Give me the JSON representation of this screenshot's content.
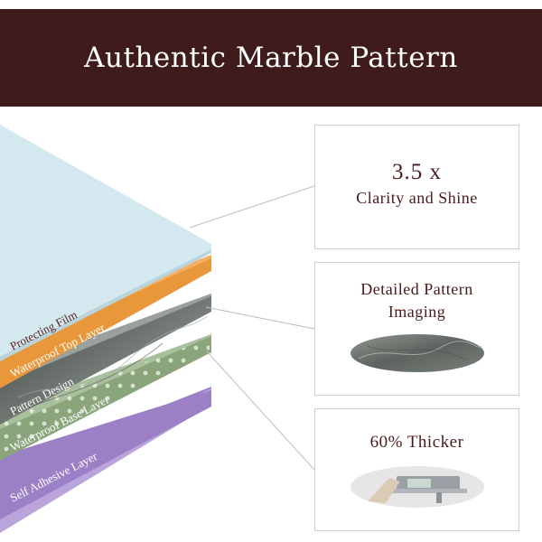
{
  "header": {
    "title": "Authentic Marble Pattern"
  },
  "layers": [
    {
      "label": "Protecting Film",
      "color": "#d3e8ef"
    },
    {
      "label": "Waterproof Top Layer",
      "color": "#e8973a"
    },
    {
      "label": "Pattern Design",
      "color": "#6e7570"
    },
    {
      "label": "Waterproof Base Layer",
      "color": "#8aa57c"
    },
    {
      "label": "Self Adhesive Layer",
      "color": "#9c80c6"
    }
  ],
  "features": [
    {
      "headline": "3.5 x",
      "subline": "Clarity and Shine"
    },
    {
      "line1": "Detailed Pattern",
      "line2": "Imaging",
      "icon": "marble-swatch-icon"
    },
    {
      "headline": "60% Thicker",
      "icon": "caliper-icon"
    }
  ],
  "colors": {
    "header_bg": "#3f1b1b",
    "text": "#4a1a1a",
    "border": "#cfcfcf"
  }
}
